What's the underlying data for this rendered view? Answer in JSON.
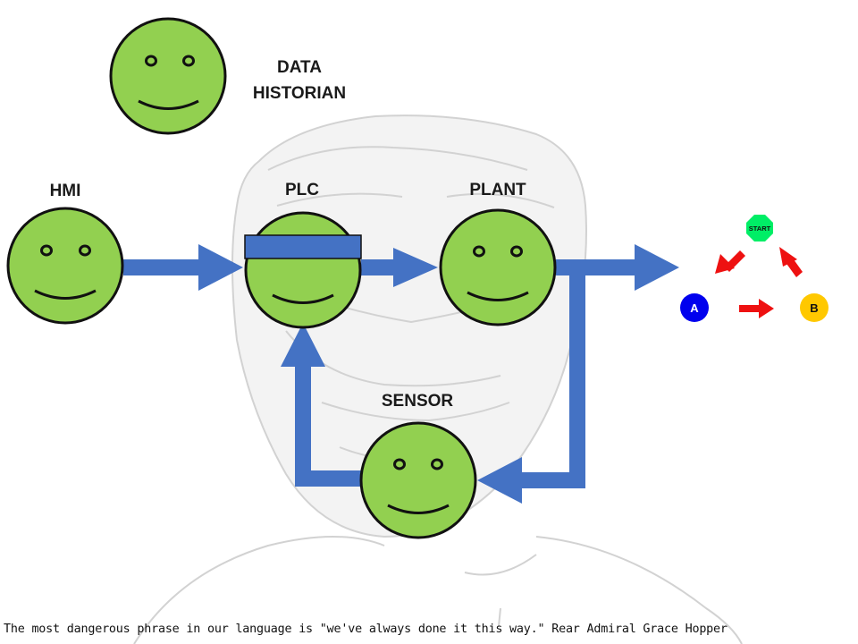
{
  "nodes": {
    "data_historian": {
      "label_line1": "DATA",
      "label_line2": "HISTORIAN"
    },
    "hmi": {
      "label": "HMI"
    },
    "plc": {
      "label": "PLC"
    },
    "plant": {
      "label": "PLANT"
    },
    "sensor": {
      "label": "SENSOR"
    }
  },
  "cycle_legend": {
    "start_label": "START",
    "a_label": "A",
    "b_label": "B"
  },
  "footer": {
    "quote": "The most dangerous phrase in our language is \"we've always done it this way.\" Rear Admiral Grace Hopper"
  },
  "colors": {
    "face_fill": "#92d050",
    "face_outline": "#111111",
    "arrow": "#4472c4",
    "plc_band": "#4472c4",
    "cycle_arrow": "#ee1111",
    "start_fill": "#00ee66",
    "a_fill": "#0000ee",
    "b_fill": "#ffc800"
  }
}
